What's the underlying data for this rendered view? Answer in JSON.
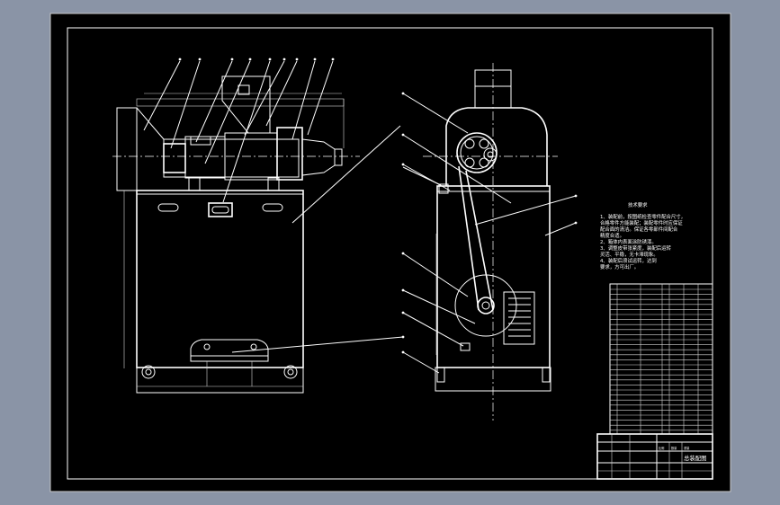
{
  "colors": {
    "background": "#8a94a6",
    "sheet": "#000000",
    "lines": "#ffffff"
  },
  "technical_requirements": {
    "heading": "技术要求",
    "lines": [
      "1、装配前，按图纸检查零件配合尺寸，",
      "合格零件方能装配；装配零件时应保证",
      "配合面的清洁。保证各零部件间配合",
      "精度合适。",
      "2、箱体内表面涂防锈漆。",
      "3、调整皮带张紧度，装配后运转",
      "灵活、平稳，无卡滞现象。",
      "4、装配后须试运转，达到",
      "要求，方可出厂。"
    ]
  },
  "title_block": {
    "drawing_title": "总装配图",
    "scale_label": "比例",
    "qty_label": "数量",
    "weight_label": "重量"
  }
}
